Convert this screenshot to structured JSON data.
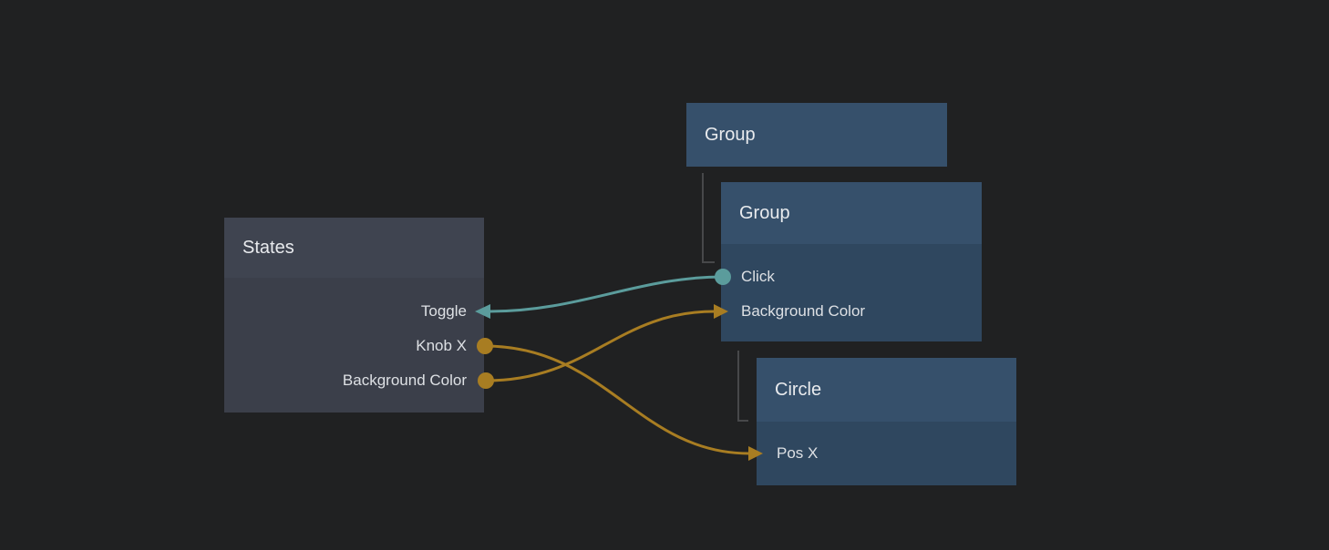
{
  "app": {
    "type": "node-patch-editor-canvas"
  },
  "colors": {
    "background": "#202122",
    "node_blue_header": "#36506b",
    "node_blue_body": "#2f475f",
    "node_gray_header": "#3f4450",
    "node_gray_body": "#3b3f4a",
    "wire_teal": "#5b9c9c",
    "wire_orange": "#a87d22",
    "hierarchy_line": "#47484a",
    "text": "#e9ebee"
  },
  "nodes": {
    "group_top": {
      "title": "Group"
    },
    "group_child": {
      "title": "Group",
      "rows": [
        {
          "id": "click",
          "label": "Click",
          "port": "output-dot",
          "port_color": "teal"
        },
        {
          "id": "background-color",
          "label": "Background Color",
          "port": "input-arrow",
          "port_color": "orange"
        }
      ]
    },
    "states": {
      "title": "States",
      "rows": [
        {
          "id": "toggle",
          "label": "Toggle",
          "port": "input-arrow",
          "port_color": "teal"
        },
        {
          "id": "knob-x",
          "label": "Knob X",
          "port": "output-dot",
          "port_color": "orange"
        },
        {
          "id": "background-color",
          "label": "Background Color",
          "port": "output-dot",
          "port_color": "orange"
        }
      ]
    },
    "circle": {
      "title": "Circle",
      "rows": [
        {
          "id": "pos-x",
          "label": "Pos X",
          "port": "input-arrow",
          "port_color": "orange"
        }
      ]
    }
  },
  "connections": [
    {
      "from": "group_child.click",
      "to": "states.toggle",
      "color": "#5b9c9c"
    },
    {
      "from": "states.knob-x",
      "to": "circle.pos-x",
      "color": "#a87d22"
    },
    {
      "from": "states.background-color",
      "to": "group_child.background-color",
      "color": "#a87d22"
    }
  ],
  "hierarchy_links": [
    {
      "from": "group_top",
      "to": "group_child"
    },
    {
      "from": "group_child",
      "to": "circle"
    }
  ]
}
